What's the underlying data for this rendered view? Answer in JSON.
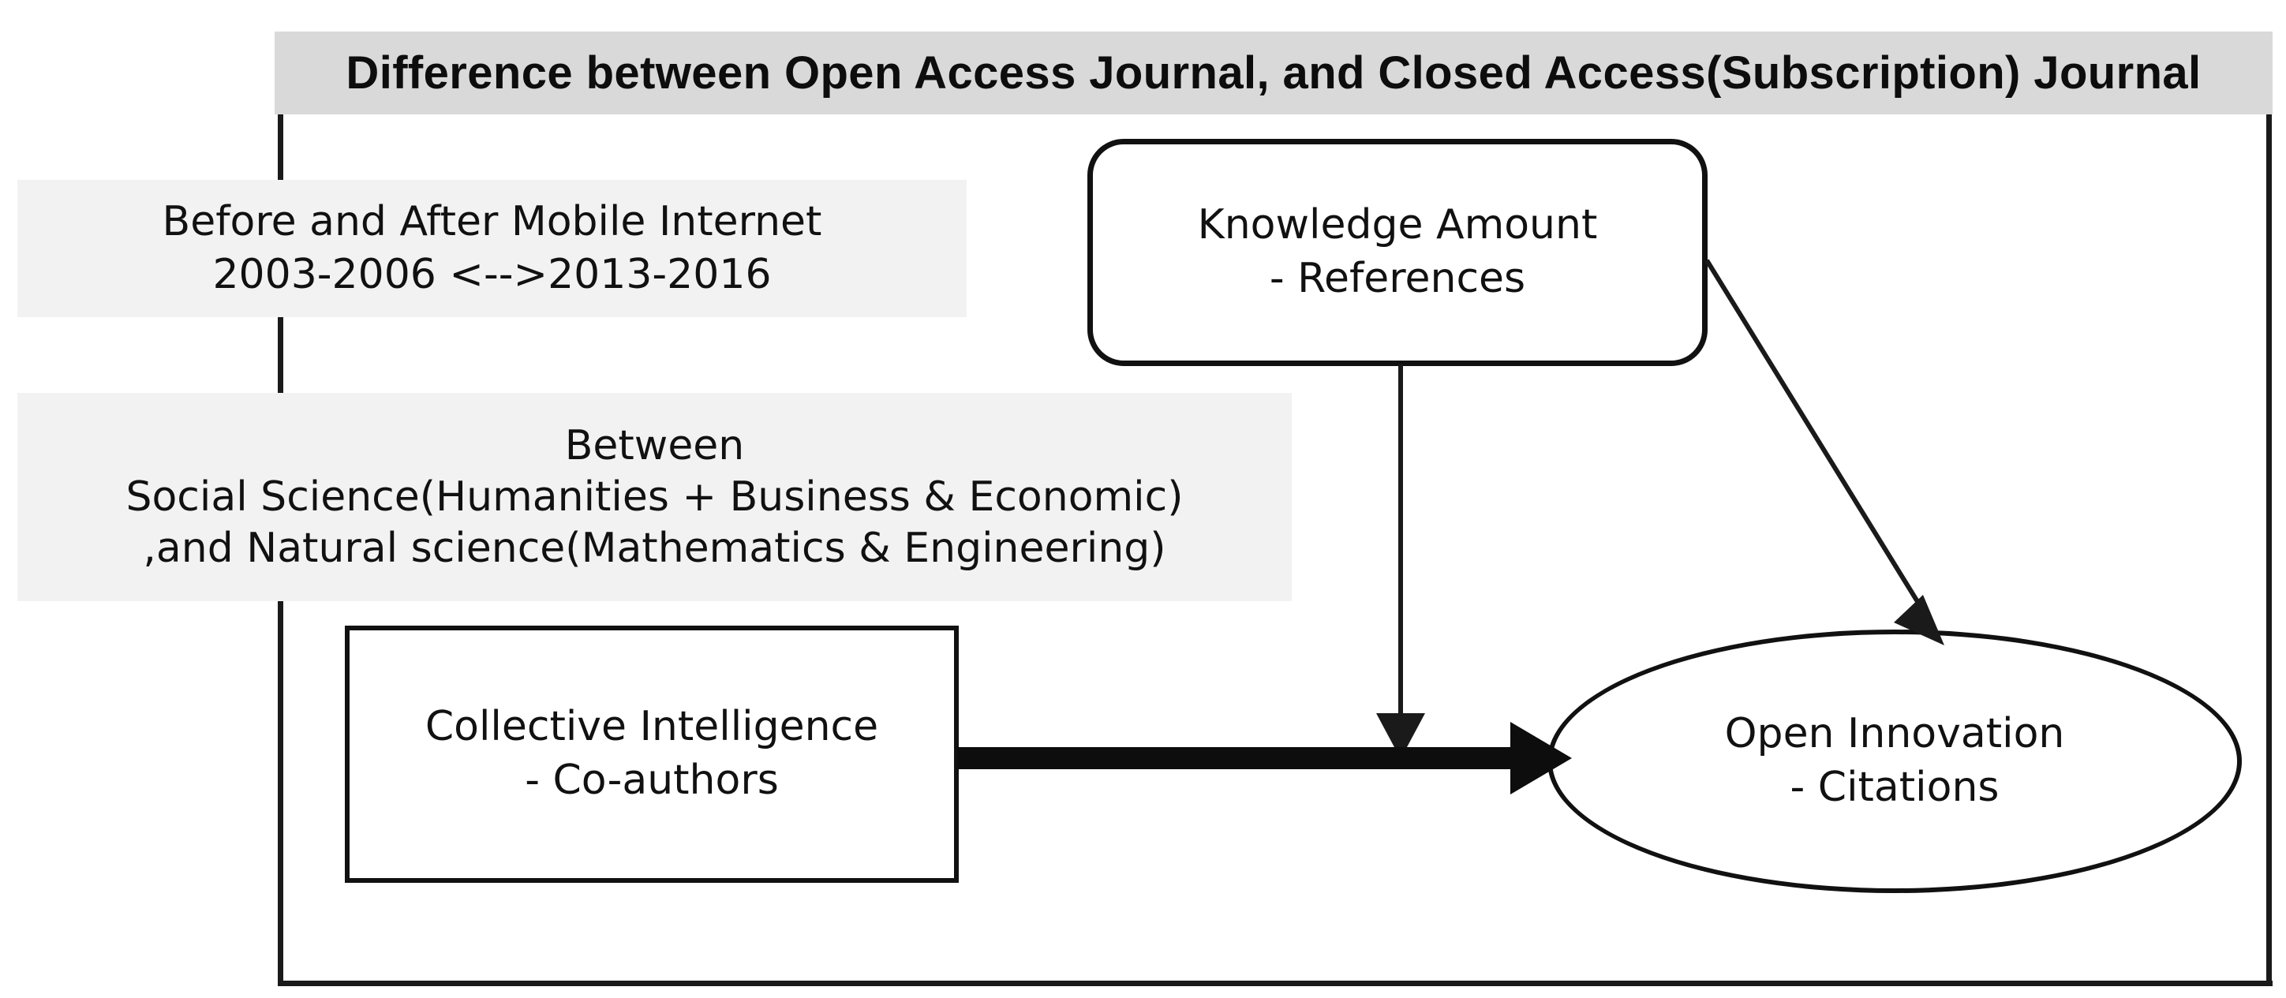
{
  "title": {
    "text": "Difference between Open Access Journal, and Closed Access(Subscription) Journal",
    "background": "#d9d9d9"
  },
  "notes": {
    "period": {
      "line1": "Before and After Mobile Internet",
      "line2": "2003-2006 <-->2013-2016",
      "background": "#f2f2f2"
    },
    "fields": {
      "line1": "Between",
      "line2": "Social Science(Humanities + Business & Economic)",
      "line3": ",and Natural science(Mathematics & Engineering)",
      "background": "#f2f2f2"
    }
  },
  "nodes": {
    "knowledge": {
      "line1": "Knowledge Amount",
      "line2": "- References",
      "shape": "rounded-rectangle"
    },
    "collective": {
      "line1": "Collective Intelligence",
      "line2": "- Co-authors",
      "shape": "rectangle"
    },
    "innovation": {
      "line1": "Open Innovation",
      "line2": "- Citations",
      "shape": "ellipse"
    }
  },
  "edges": [
    {
      "name": "knowledge-to-thick-arrow",
      "from": "knowledge",
      "to": "collective-to-innovation-arrow",
      "style": "thin",
      "color": "#1a1a1a"
    },
    {
      "name": "knowledge-to-innovation",
      "from": "knowledge",
      "to": "innovation",
      "style": "thin-diagonal",
      "color": "#1a1a1a"
    },
    {
      "name": "collective-to-innovation",
      "from": "collective",
      "to": "innovation",
      "style": "thick",
      "color": "#0d0d0d"
    }
  ],
  "colors": {
    "stroke": "#111111",
    "title_background": "#d9d9d9",
    "note_background": "#f2f2f2",
    "page_background": "#ffffff"
  }
}
